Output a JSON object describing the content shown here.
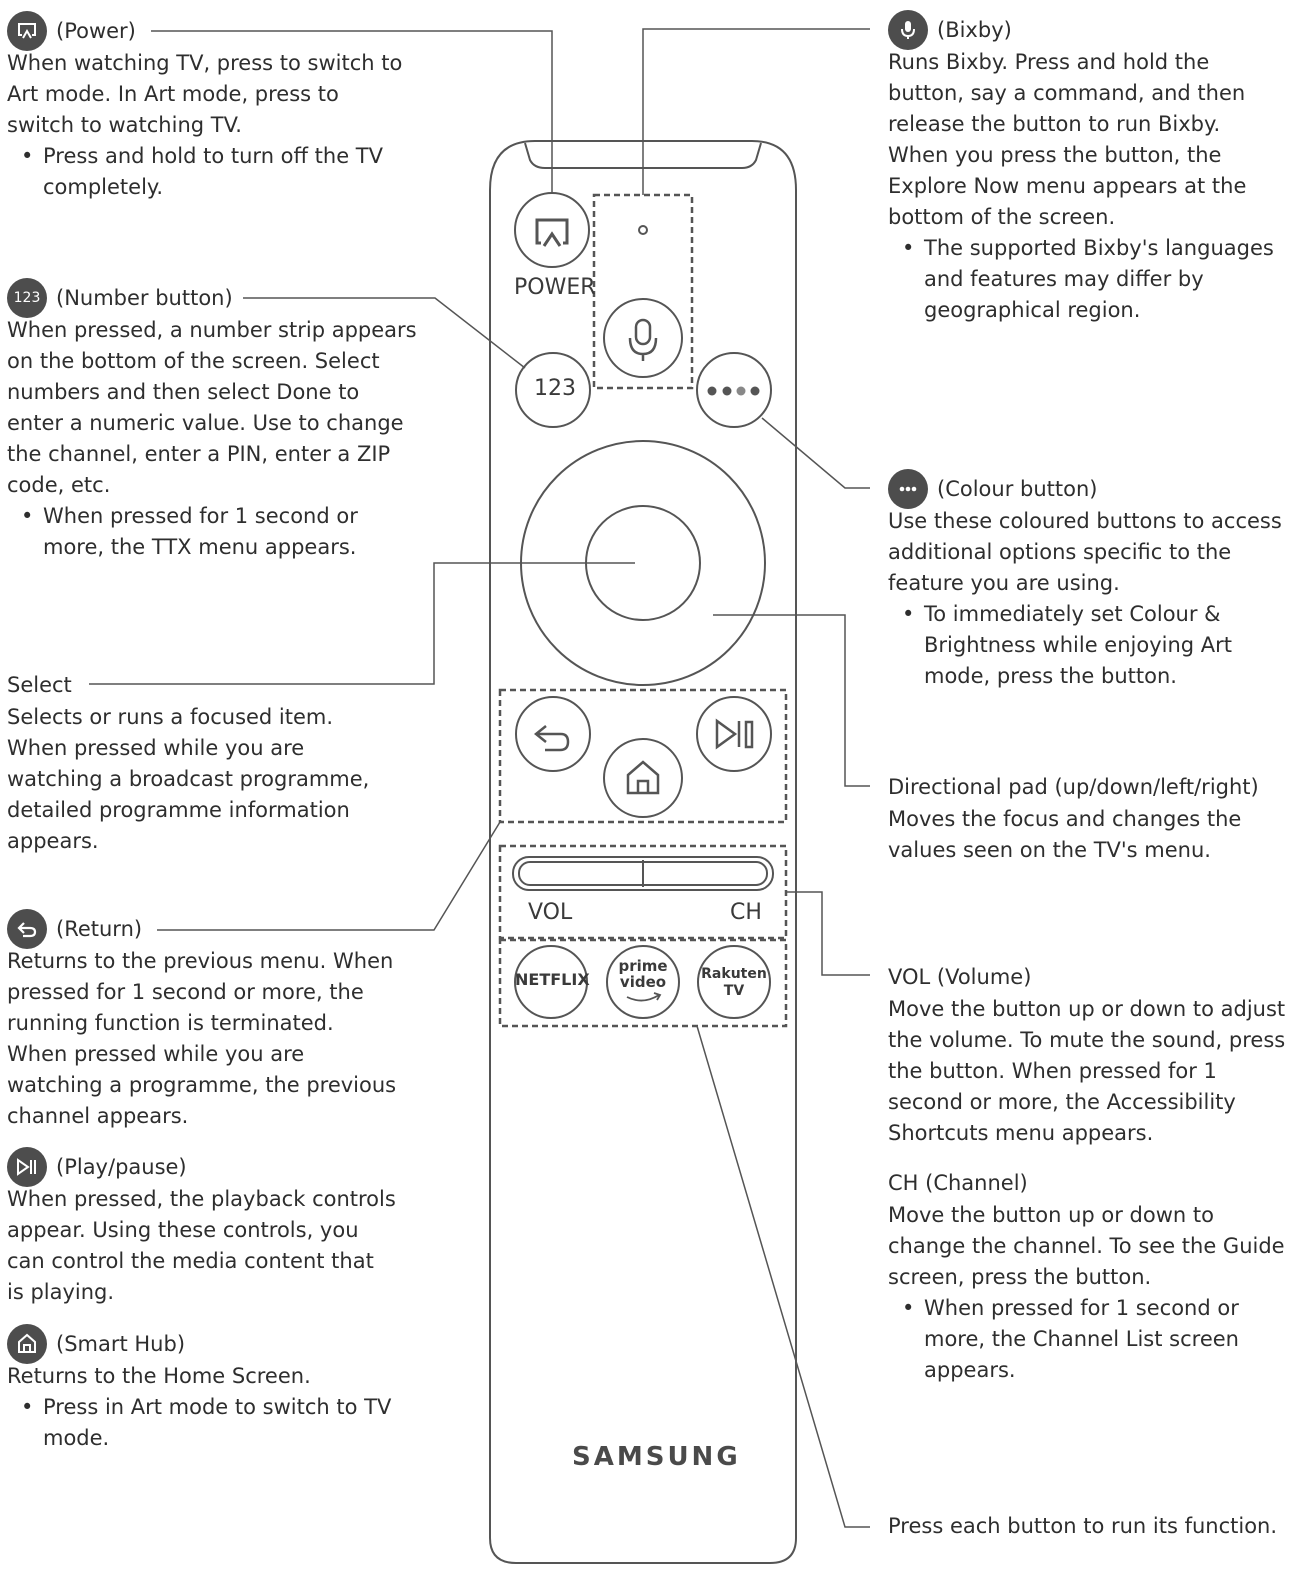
{
  "power": {
    "title": "(Power)",
    "body": "When watching TV, press to switch to Art mode. In Art mode, press to switch to watching TV.",
    "bullet": "Press and hold to turn off the TV completely."
  },
  "number": {
    "icon_text": "123",
    "title": "(Number button)",
    "body": "When pressed, a number strip appears on the bottom of the screen. Select numbers and then select Done to enter a numeric value. Use to change the channel, enter a PIN, enter a ZIP code, etc.",
    "bullet": "When pressed for 1 second or more, the TTX menu appears."
  },
  "select": {
    "title": "Select",
    "body": "Selects or runs a focused item. When pressed while you are watching a broadcast programme, detailed programme information appears."
  },
  "return": {
    "title": "(Return)",
    "body": "Returns to the previous menu. When pressed for 1 second or more, the running function is terminated. When pressed while you are watching a programme, the previous channel appears."
  },
  "playpause": {
    "title": "(Play/pause)",
    "body": "When pressed, the playback controls appear. Using these controls, you can control the media content that is playing."
  },
  "smarthub": {
    "title": "(Smart Hub)",
    "body": "Returns to the Home Screen.",
    "bullet": "Press in Art mode to switch to TV mode."
  },
  "bixby": {
    "title": "(Bixby)",
    "body1": "Runs Bixby. Press and hold the button, say a command, and then release the button to run Bixby.",
    "body2": "When you press the button, the Explore Now menu appears at the bottom of the screen.",
    "bullet": "The supported Bixby's languages and features may differ by geographical region."
  },
  "colour": {
    "title": "(Colour button)",
    "body": "Use these coloured buttons to access additional options specific to the feature you are using.",
    "bullet": "To immediately set Colour & Brightness while enjoying Art mode, press the button."
  },
  "dpad": {
    "title": "Directional pad (up/down/left/right)",
    "body": "Moves the focus and changes the values seen on the TV's menu."
  },
  "vol": {
    "title": "VOL (Volume)",
    "body": "Move the button up or down to adjust the volume. To mute the sound, press the button. When pressed for 1 second or more, the Accessibility Shortcuts menu appears."
  },
  "ch": {
    "title": "CH (Channel)",
    "body": "Move the button up or down to change the channel. To see the Guide screen, press the button.",
    "bullet": "When pressed for 1 second or more, the Channel List screen appears."
  },
  "apps_note": "Press each button to run its function.",
  "remote": {
    "power_label": "POWER",
    "number_label": "123",
    "vol_label": "VOL",
    "ch_label": "CH",
    "brand": "SAMSUNG",
    "app_netflix": "NETFLIX",
    "app_prime_1": "prime",
    "app_prime_2": "video",
    "app_rakuten_1": "Rakuten",
    "app_rakuten_2": "TV"
  },
  "colors": {
    "icon_bg": "#4d4d4d",
    "line": "#555555",
    "text": "#2e2e2e"
  }
}
